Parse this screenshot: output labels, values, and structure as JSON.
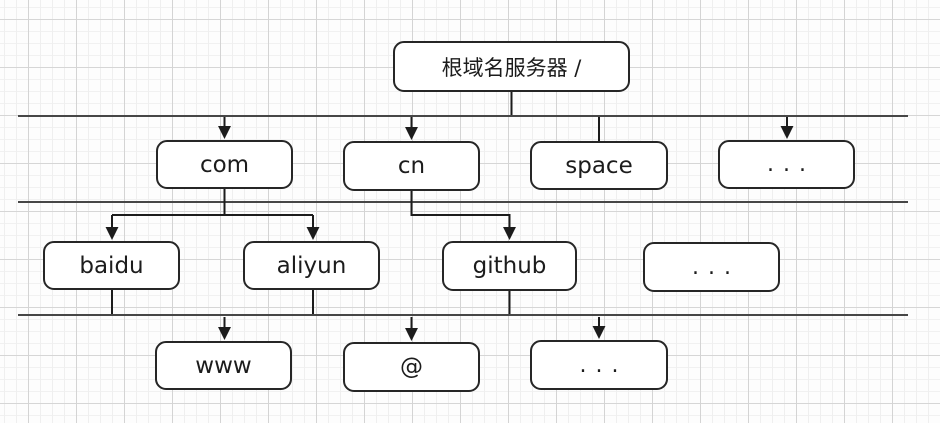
{
  "diagram": {
    "root": {
      "label": "根域名服务器 /"
    },
    "tld_level": [
      {
        "label": "com"
      },
      {
        "label": "cn"
      },
      {
        "label": "space"
      },
      {
        "label": "..."
      }
    ],
    "second_level": [
      {
        "label": "baidu"
      },
      {
        "label": "aliyun"
      },
      {
        "label": "github"
      },
      {
        "label": "..."
      }
    ],
    "host_level": [
      {
        "label": "www"
      },
      {
        "label": "@"
      },
      {
        "label": "..."
      }
    ],
    "colors": {
      "node_border": "#262626",
      "connector": "#1c1c1c",
      "separator_line": "#474747",
      "grid_major": "#d5d5d5",
      "grid_minor": "#f0f0f0",
      "node_fill": "#ffffff"
    }
  }
}
